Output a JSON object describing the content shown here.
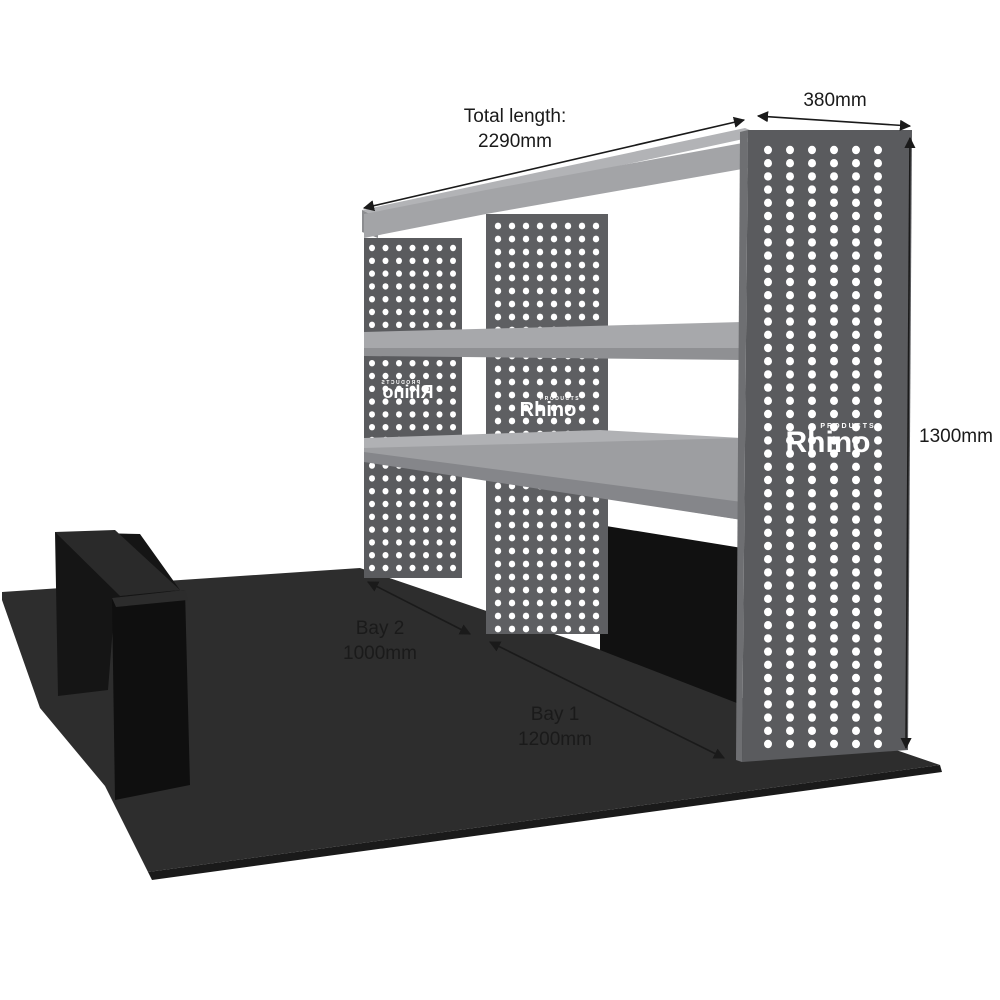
{
  "dimensions": {
    "total_length_label": "Total length:",
    "total_length_value": "2290mm",
    "depth_value": "380mm",
    "height_value": "1300mm",
    "bay2_label": "Bay 2",
    "bay2_value": "1000mm",
    "bay1_label": "Bay 1",
    "bay1_value": "1200mm"
  },
  "logos": {
    "brand": "Rhino",
    "subbrand": "PRODUCTS"
  },
  "colors": {
    "panel": "#5a5b5e",
    "shelf": "#a7a8ab",
    "shelf_front": "#8f9093",
    "floor": "#2a2a2a",
    "dark": "#111111",
    "dimension_line": "#1a1a1a"
  }
}
